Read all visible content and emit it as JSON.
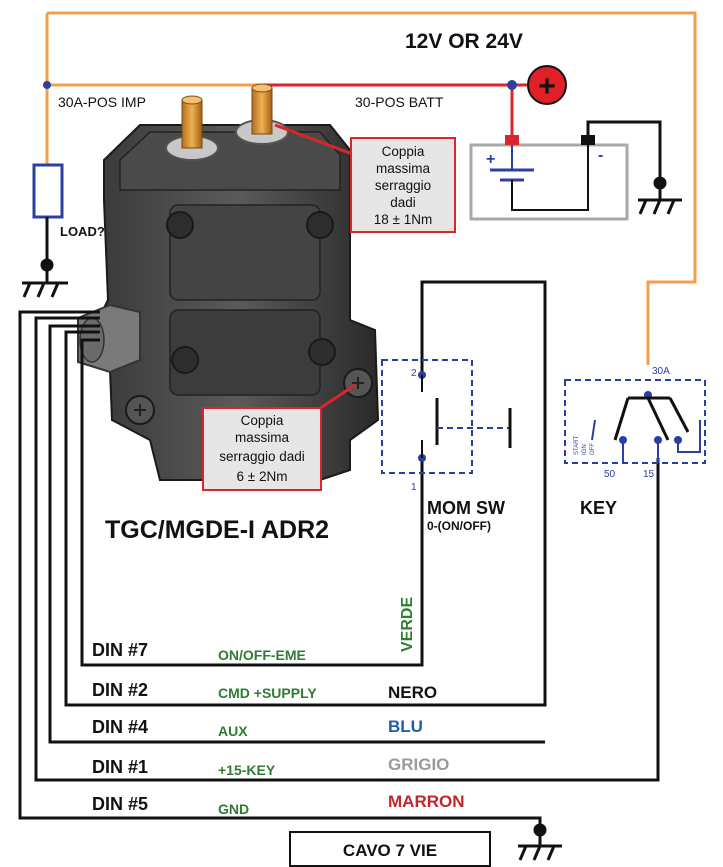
{
  "supply": {
    "label": "12V OR 24V"
  },
  "battery": {
    "plus_symbol": "+",
    "pos_terminal": "+",
    "neg_terminal": "-"
  },
  "device": {
    "name": "TGC/MGDE-I ADR2"
  },
  "terminals": {
    "pos_imp": "30A-POS IMP",
    "pos_batt": "30-POS BATT"
  },
  "load": {
    "label": "LOAD?"
  },
  "torque_notes": [
    {
      "lines": [
        "Coppia",
        "massima",
        "serraggio",
        "dadi",
        "18 ± 1Nm"
      ]
    },
    {
      "lines": [
        "Coppia",
        "massima",
        "serraggio dadi",
        "6 ± 2Nm"
      ]
    }
  ],
  "momentary_switch": {
    "label": "MOM SW",
    "sublabel": "0-(ON/OFF)",
    "pin_top": "2",
    "pin_bottom": "1"
  },
  "key_switch": {
    "label": "KEY",
    "pin_30a": "30A",
    "pin_50": "50",
    "pin_15": "15",
    "positions": [
      "START",
      "IGN",
      "OFF"
    ]
  },
  "verde_label": "VERDE",
  "wires": [
    {
      "din": "DIN #7",
      "function": "ON/OFF-EME",
      "color_name": "",
      "color": "#2e7d32"
    },
    {
      "din": "DIN #2",
      "function": "CMD +SUPPLY",
      "color_name": "NERO",
      "color": "#111111"
    },
    {
      "din": "DIN #4",
      "function": "AUX",
      "color_name": "BLU",
      "color": "#1f5fa8"
    },
    {
      "din": "DIN #1",
      "function": "+15-KEY",
      "color_name": "GRIGIO",
      "color": "#9a9a9a"
    },
    {
      "din": "DIN #5",
      "function": "GND",
      "color_name": "MARRON",
      "color": "#c0272d"
    }
  ],
  "cable": {
    "label": "CAVO 7 VIE"
  },
  "colors": {
    "orange_wire": "#f0a04b",
    "red_wire": "#d9262c",
    "switch_blue": "#2b3fa0",
    "function_green": "#2e7d32",
    "note_border": "#d9262c"
  }
}
